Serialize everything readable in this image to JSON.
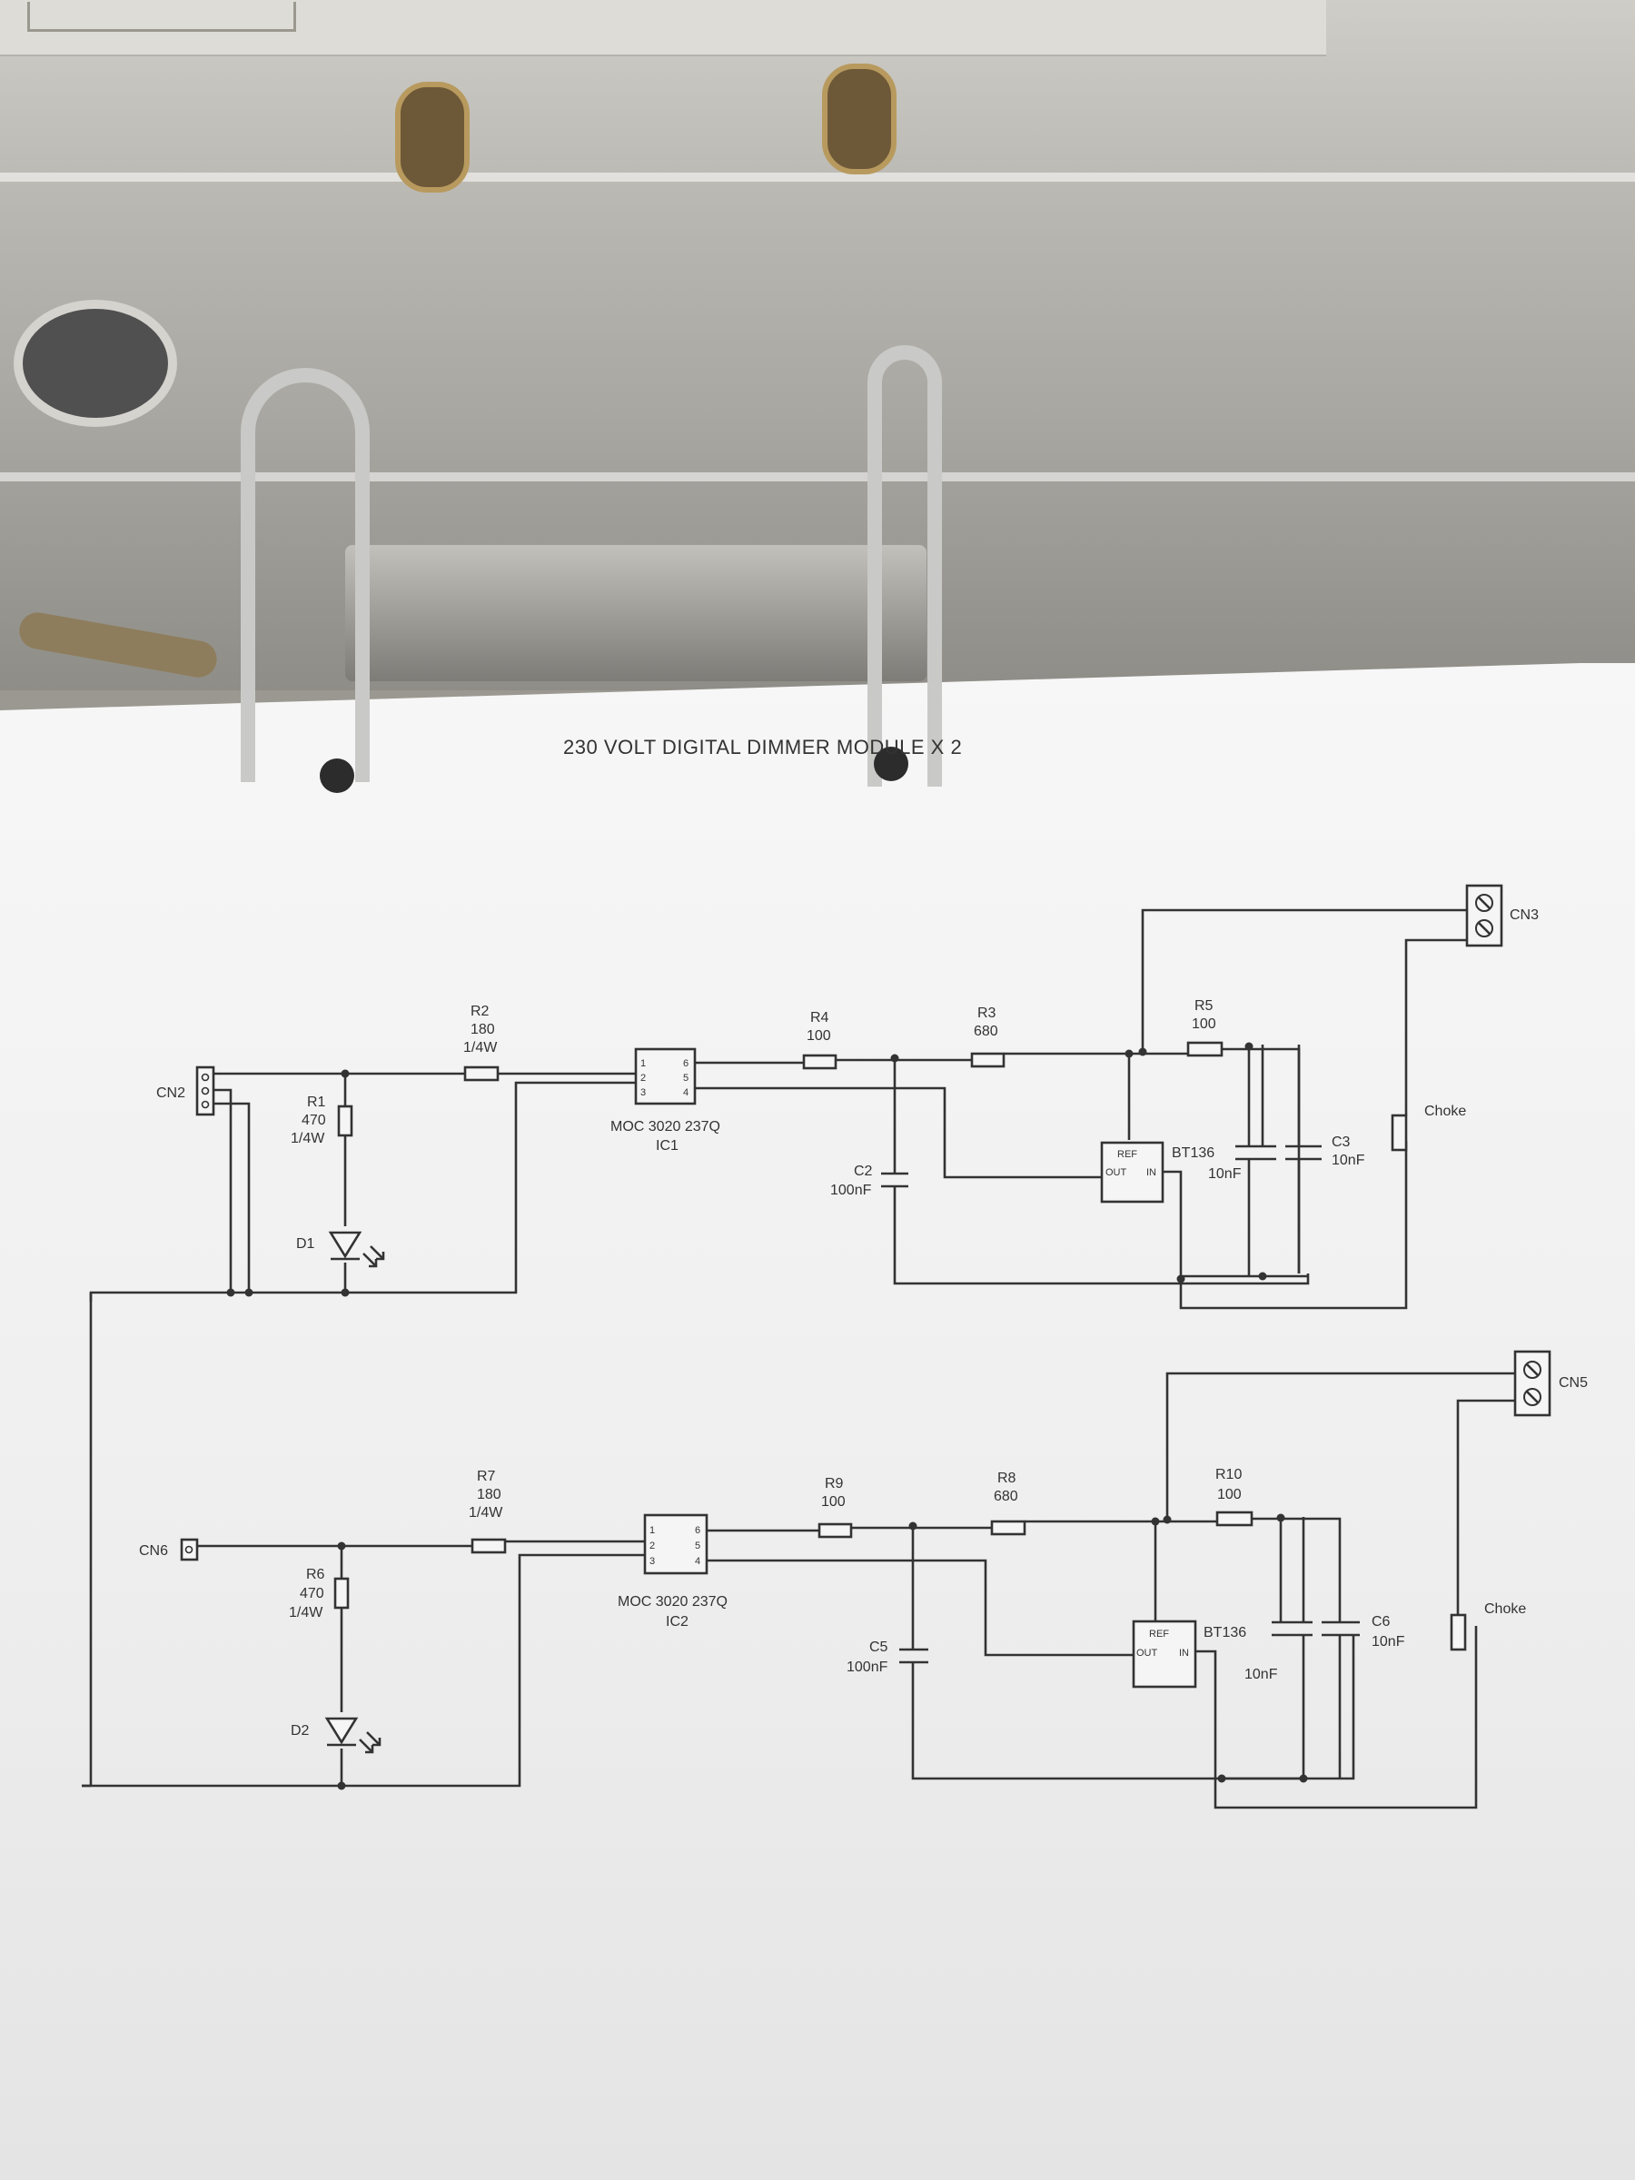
{
  "title": "230 VOLT DIGITAL DIMMER MODULE X 2",
  "modules": [
    {
      "connector_in": "CN2",
      "connector_out": "CN3",
      "r_series": {
        "ref": "R2",
        "value": "180",
        "power": "1/4W"
      },
      "r_led": {
        "ref": "R1",
        "value": "470",
        "power": "1/4W"
      },
      "led": "D1",
      "opto": {
        "part": "MOC 3020 237Q",
        "ref": "IC1",
        "pins_left": [
          "1",
          "2",
          "3"
        ],
        "pins_right": [
          "6",
          "5",
          "4"
        ]
      },
      "r_gate1": {
        "ref": "R4",
        "value": "100"
      },
      "r_gate2": {
        "ref": "R3",
        "value": "680"
      },
      "r_snub": {
        "ref": "R5",
        "value": "100"
      },
      "cap_gate": {
        "ref": "C2",
        "value": "100nF"
      },
      "cap_snub": {
        "ref": "C3",
        "value": "10nF"
      },
      "cap_snub_extra": "10nF",
      "triac": {
        "part": "BT136",
        "pin_ref": "REF",
        "pin_out": "OUT",
        "pin_in": "IN"
      },
      "choke": "Choke"
    },
    {
      "connector_in": "CN6",
      "connector_out": "CN5",
      "r_series": {
        "ref": "R7",
        "value": "180",
        "power": "1/4W"
      },
      "r_led": {
        "ref": "R6",
        "value": "470",
        "power": "1/4W"
      },
      "led": "D2",
      "opto": {
        "part": "MOC 3020 237Q",
        "ref": "IC2",
        "pins_left": [
          "1",
          "2",
          "3"
        ],
        "pins_right": [
          "6",
          "5",
          "4"
        ]
      },
      "r_gate1": {
        "ref": "R9",
        "value": "100"
      },
      "r_gate2": {
        "ref": "R8",
        "value": "680"
      },
      "r_snub": {
        "ref": "R10",
        "value": "100"
      },
      "cap_gate": {
        "ref": "C5",
        "value": "100nF"
      },
      "cap_snub": {
        "ref": "C6",
        "value": "10nF"
      },
      "cap_snub_extra": "10nF",
      "triac": {
        "part": "BT136",
        "pin_ref": "REF",
        "pin_out": "OUT",
        "pin_in": "IN"
      },
      "choke": "Choke"
    }
  ]
}
